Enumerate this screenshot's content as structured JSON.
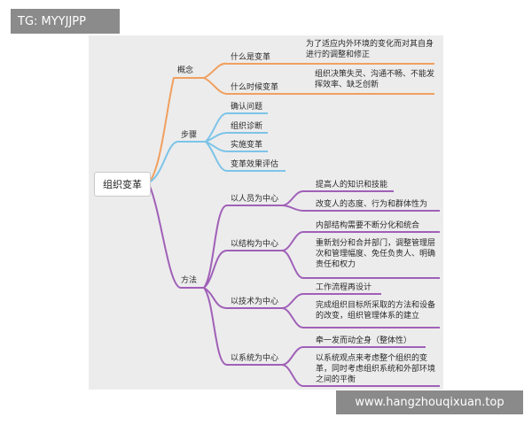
{
  "watermark": {
    "tg": "TG: MYYJJPP",
    "site": "www.hangzhouqixuan.top"
  },
  "colors": {
    "concept": "#F0A060",
    "steps": "#7DC4E8",
    "method": "#A060B8",
    "canvas": "#ececec"
  },
  "root": {
    "label": "组织变革"
  },
  "branches": {
    "concept": {
      "label": "概念",
      "items": [
        {
          "label": "什么是变革",
          "detail": "为了适应内外环境的变化而对其自身进行的调整和修正"
        },
        {
          "label": "什么时候变革",
          "detail": "组织决策失灵、沟通不畅、不能发挥效率、缺乏创新"
        }
      ]
    },
    "steps": {
      "label": "步骤",
      "items": [
        "确认问题",
        "组织诊断",
        "实施变革",
        "变革效果评估"
      ]
    },
    "method": {
      "label": "方法",
      "groups": [
        {
          "label": "以人员为中心",
          "details": [
            "提高人的知识和技能",
            "改变人的态度、行为和群体性为"
          ]
        },
        {
          "label": "以结构为中心",
          "details": [
            "内部结构需要不断分化和统合",
            "重新划分和合并部门，调整管理层次和管理幅度、免任负责人、明确责任和权力"
          ]
        },
        {
          "label": "以技术为中心",
          "details": [
            "工作流程再设计",
            "完成组织目标所采取的方法和设备的改变，组织管理体系的建立"
          ]
        },
        {
          "label": "以系统为中心",
          "details": [
            "牵一发而动全身（整体性）",
            "以系统观点来考虑整个组织的变革，同时考虑组织系统和外部环境之间的平衡"
          ]
        }
      ]
    }
  }
}
